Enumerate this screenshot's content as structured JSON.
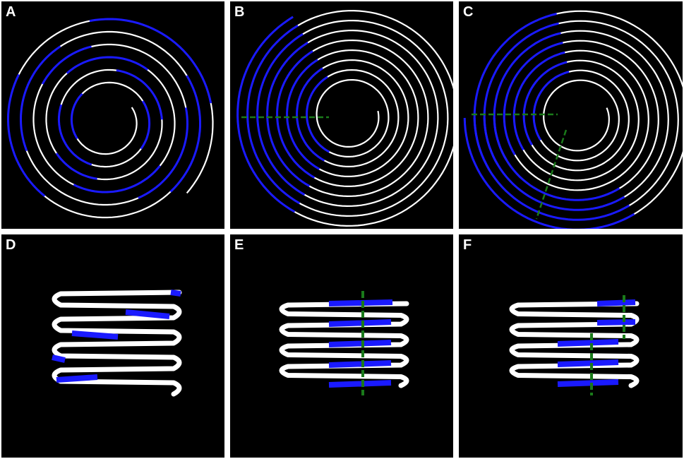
{
  "panels": [
    {
      "id": "a",
      "label": "A",
      "kind": "spiral",
      "description_style": "scattered-blue-segments"
    },
    {
      "id": "b",
      "label": "B",
      "kind": "spiral",
      "description_style": "left-sector-blue"
    },
    {
      "id": "c",
      "label": "C",
      "kind": "spiral",
      "description_style": "lower-left-sector-blue"
    },
    {
      "id": "d",
      "label": "D",
      "kind": "coil",
      "description_style": "scattered-blue-segments"
    },
    {
      "id": "e",
      "label": "E",
      "kind": "coil",
      "description_style": "aligned-blue-segments"
    },
    {
      "id": "f",
      "label": "F",
      "kind": "coil",
      "description_style": "two-group-blue-segments"
    }
  ],
  "colors": {
    "background": "#000000",
    "coil": "#ffffff",
    "highlight": "#1a1aff",
    "cut_line": "#1a7a1a",
    "label": "#ffffff"
  }
}
